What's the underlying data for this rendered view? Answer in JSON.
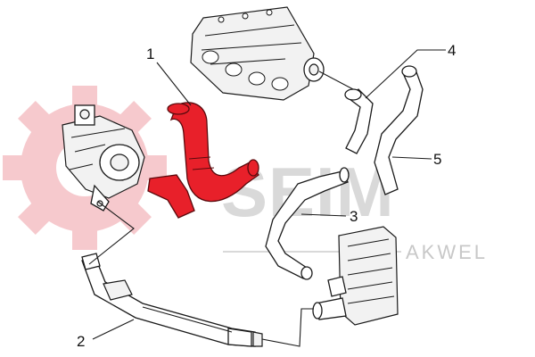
{
  "watermark": {
    "brand_main": "SEIM",
    "brand_sub": "AKWEL",
    "gear_color": "#f6c9cd",
    "text_color": "#d9d9d9"
  },
  "callouts": [
    {
      "id": "1",
      "label": "1"
    },
    {
      "id": "2",
      "label": "2"
    },
    {
      "id": "3",
      "label": "3"
    },
    {
      "id": "4",
      "label": "4"
    },
    {
      "id": "5",
      "label": "5"
    }
  ],
  "highlight_color": "#e8202a"
}
